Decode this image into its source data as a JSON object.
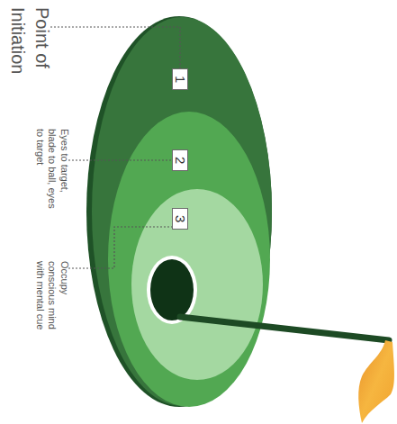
{
  "diagram": {
    "nodes": [
      {
        "text": [
          "1"
        ]
      },
      {
        "text": [
          "2"
        ],
        "in": 0
      },
      {
        "text": [
          "3"
        ],
        "in": 1
      }
    ],
    "labels": [
      "Point of Initiation",
      "Eyes to target, blade to ball, eyes to target",
      "Occupy conscious mind with mental cue"
    ]
  }
}
